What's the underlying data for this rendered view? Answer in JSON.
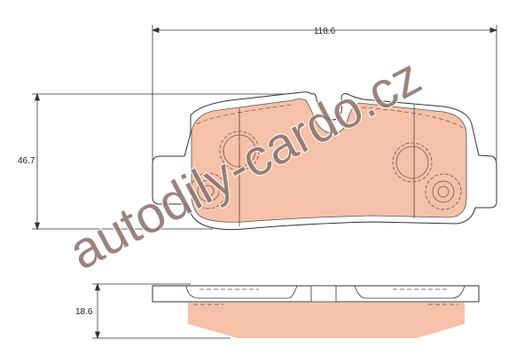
{
  "dimensions": {
    "width": "118.6",
    "height": "46.7",
    "thickness": "18.6"
  },
  "watermark": "autodily-cardo.cz",
  "colors": {
    "friction_material": "#f5c1a8",
    "outline": "#333333",
    "watermark": "#8a6f66"
  }
}
